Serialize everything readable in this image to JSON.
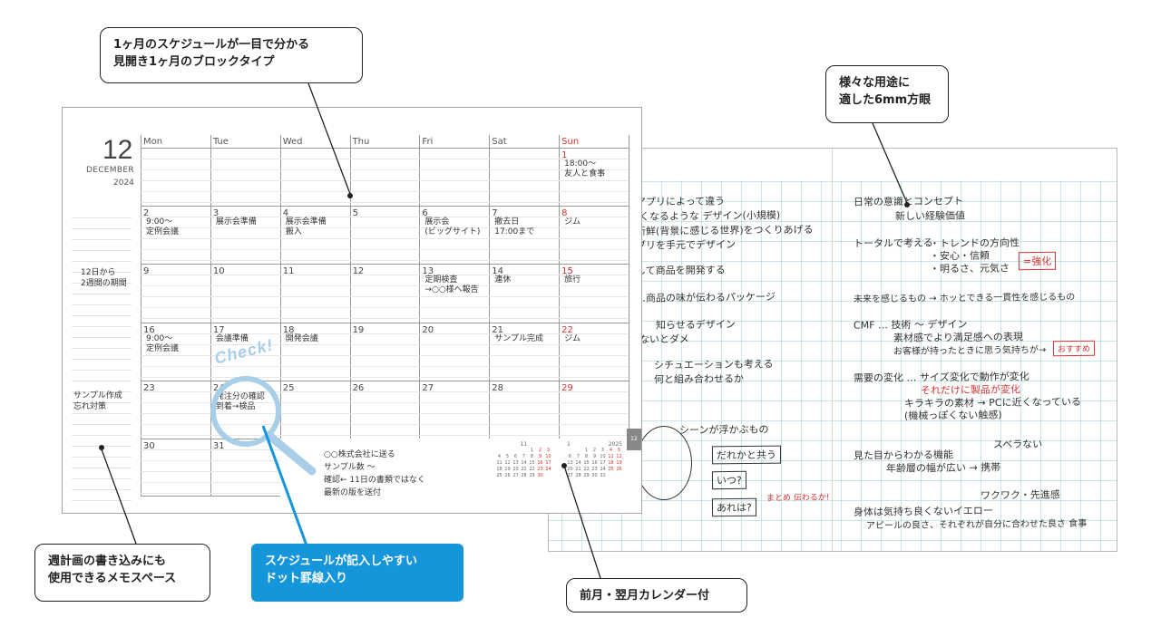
{
  "callouts": {
    "top_left": "1ヶ月のスケジュールが一目で分かる\n見開き1ヶ月のブロックタイプ",
    "top_right": "様々な用途に\n適した6mm方眼",
    "bottom_left": "週計画の書き込みにも\n使用できるメモスペース",
    "bottom_center": "スケジュールが記入しやすい\nドット罫線入り",
    "bottom_right": "前月・翌月カレンダー付"
  },
  "planner": {
    "month_number": "12",
    "month_name": "DECEMBER",
    "year": "2024",
    "weekdays": [
      "Mon",
      "Tue",
      "Wed",
      "Thu",
      "Fri",
      "Sat",
      "Sun"
    ],
    "weeks": [
      [
        "",
        "",
        "",
        "",
        "",
        "",
        "1"
      ],
      [
        "2",
        "3",
        "4",
        "5",
        "6",
        "7",
        "8"
      ],
      [
        "9",
        "10",
        "11",
        "12",
        "13",
        "14",
        "15"
      ],
      [
        "16",
        "17",
        "18",
        "19",
        "20",
        "21",
        "22"
      ],
      [
        "23",
        "24",
        "25",
        "26",
        "27",
        "28",
        "29"
      ],
      [
        "30",
        "31",
        "",
        "",
        "",
        "",
        ""
      ]
    ],
    "memo_notes": [
      "12日から\n2週間の期間",
      "サンプル作成\n忘れ対策"
    ],
    "cell_notes": {
      "d1": "18:00〜\n友人と食事",
      "d2": "9:00〜\n定例会議",
      "d3": "展示会準備",
      "d4": "展示会準備\n搬入",
      "d6": "展示会\n(ビッグサイト)",
      "d7": "撤去日\n17:00まで",
      "d8": "ジム",
      "d13": "定期検査\n→○○様へ報告",
      "d14": "連休",
      "d15": "旅行",
      "d16": "9:00〜\n定例会議",
      "d17": "会議準備",
      "d18": "開発会議",
      "d21": "サンプル完成",
      "d22": "ジム",
      "d24": "発注分の確認\n到着→検品",
      "bottom": "○○株式会社に送る\nサンプル数 〜\n確認← 11日の書類ではなく\n最新の版を送付"
    },
    "check_label": "Check!",
    "tab_label": "12",
    "mini_cal": {
      "prev_month": "11",
      "next_month": "1",
      "next_year": "2025"
    }
  },
  "notebook": {
    "notes_left": [
      "アプリによって違う",
      "らしくなるような デザイン(小規模)",
      "新鮮(背景に感じる世界)をつくりあげる",
      "ブリを手元でデザイン",
      "して商品を開発する",
      "…商品の味が伝わるパッケージ",
      "知らせるデザイン",
      "ないとダメ",
      "シチュエーションも考える",
      "何と組み合わせるか",
      "シーンが浮かぶもの",
      "だれかと共う",
      "いつ?",
      "あれは?",
      "まとめ 伝わるか!"
    ],
    "notes_right": [
      "日常の意識とコンセプト",
      "新しい経験価値",
      "トータルで考える",
      "・トレンドの方向性",
      "・安心・信頼",
      "・明るさ、元気さ",
      "=強化",
      "未来を感じるもの → ホッとできる一貫性を感じるもの",
      "CMF … 技術 〜 デザイン",
      "素材感でより満足感への表現",
      "お客様が持ったときに思う気持ちが→",
      "おすすめ",
      "需要の変化 … サイズ変化で動作が変化",
      "それだけに製品が変化",
      "キラキラの素材 → PCに近くなっている",
      "(機械っぽくない触感)",
      "スベラない",
      "見た目からわかる機能",
      "年齢層の幅が広い → 携帯",
      "ワクワク・先進感",
      "身体は気持ち良くないイエロー",
      "アピールの良さ、それぞれが自分に合わせた良さ 食事"
    ]
  },
  "colors": {
    "accent_blue": "#1596db",
    "lens_blue": "#a9cfe8",
    "sunday_red": "#d8322f",
    "grid_cyan": "#8cc8d2"
  }
}
